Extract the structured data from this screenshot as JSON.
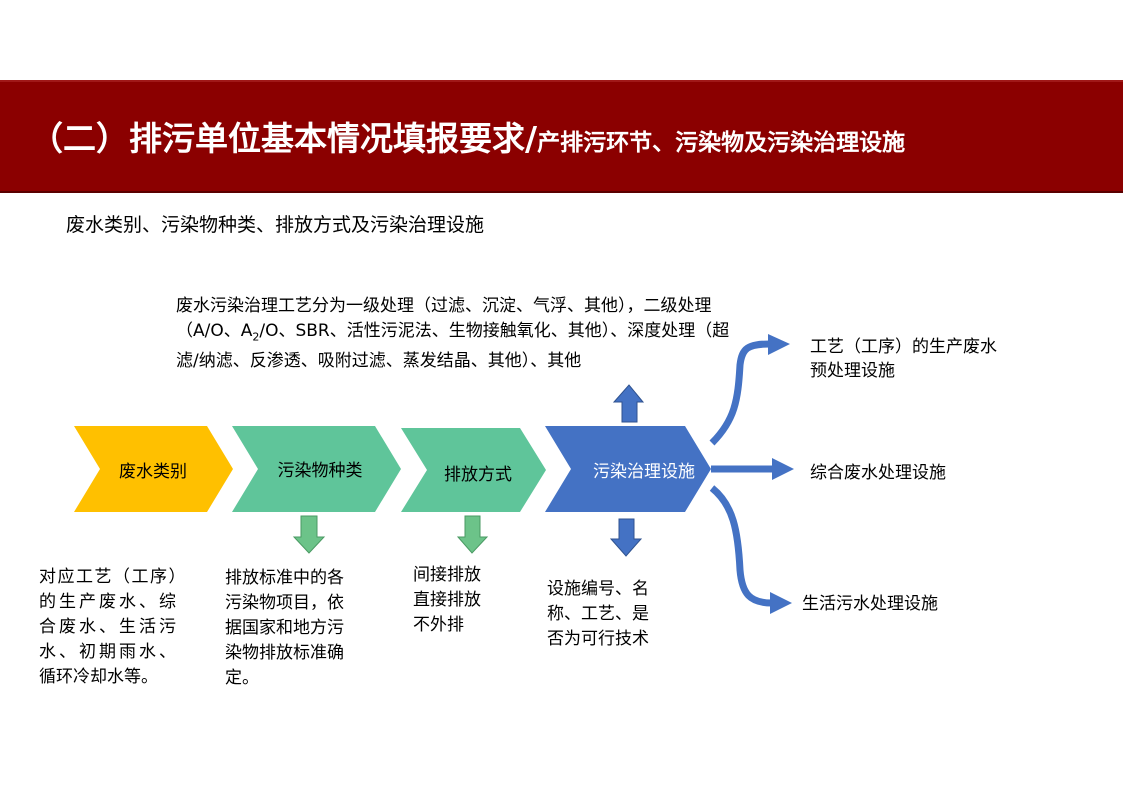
{
  "title": {
    "main": "（二）排污单位基本情况填报要求/",
    "sub": "产排污环节、污染物及污染治理设施"
  },
  "subtitle": "废水类别、污染物种类、排放方式及污染治理设施",
  "description": {
    "part1": "废水污染治理工艺分为一级处理（过滤、沉淀、气浮、其他），二级处理（A/O、A",
    "sub": "2",
    "part2": "/O、SBR、活性污泥法、生物接触氧化、其他）、深度处理（超滤/纳滤、反渗透、吸附过滤、蒸发结晶、其他）、其他"
  },
  "steps": [
    {
      "label": "废水类别",
      "color": "#ffc000"
    },
    {
      "label": "污染物种类",
      "color": "#5fc59a"
    },
    {
      "label": "排放方式",
      "color": "#5fc59a"
    },
    {
      "label": "污染治理设施",
      "color": "#4472c4"
    }
  ],
  "notes": {
    "category": [
      "对应工艺（工序）",
      "的生产废水、综",
      "合废水、生活污",
      "水、初期雨水、",
      "循环冷却水等。"
    ],
    "pollutant": [
      "排放标准中的各",
      "污染物项目，依",
      "据国家和地方污",
      "染物排放标准确",
      "定。"
    ],
    "discharge": [
      "间接排放",
      "直接排放",
      "不外排"
    ],
    "facility": [
      "设施编号、名",
      "称、工艺、是",
      "否为可行技术"
    ]
  },
  "outputs": {
    "process": [
      "工艺（工序）的生产废水",
      "预处理设施"
    ],
    "comprehensive": "综合废水处理设施",
    "domestic": "生活污水处理设施"
  },
  "colors": {
    "title_bg": "#8b0000",
    "arrow_green": "#6cc389",
    "arrow_blue": "#4472c4"
  }
}
